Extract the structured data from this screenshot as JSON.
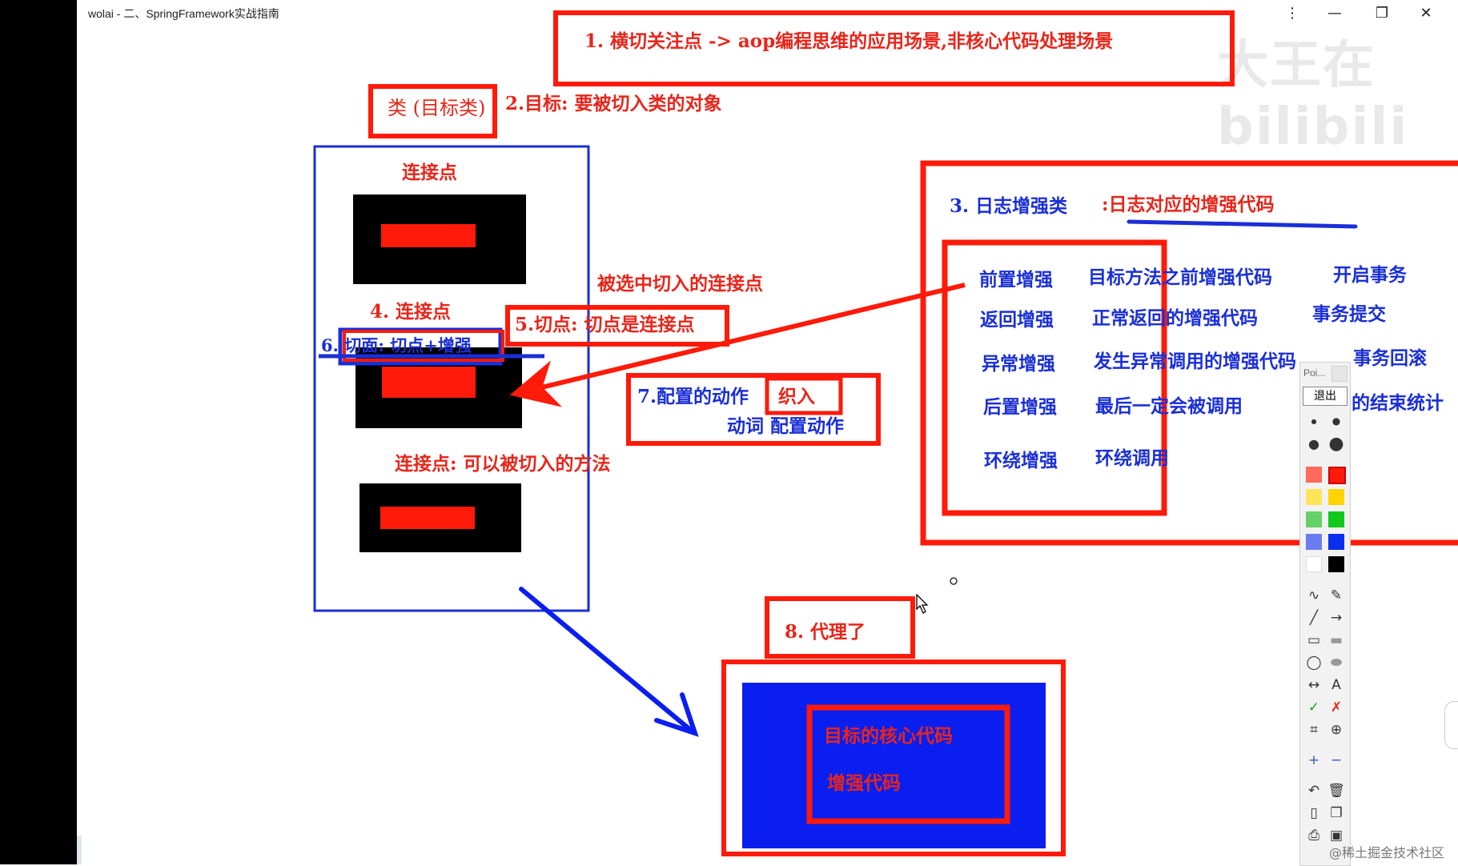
{
  "window": {
    "title": "wolai - 二、SpringFramework实战指南",
    "controls": [
      "⋮",
      "—",
      "❐",
      "✕"
    ]
  },
  "diagram": {
    "heading_1": "1. 横切关注点 -> aop编程思维的应用场景,非核心代码处理场景",
    "target_class_box": "类 (目标类)",
    "label_2": "2.目标: 要被切入类的对象",
    "join_point_top": "连接点",
    "label_selected": "被选中切入的连接点",
    "label_4": "4. 连接点",
    "label_5": "5.切点: 切点是连接点",
    "label_6": "6. 切面: 切点+增强",
    "label_7a": "7.配置的动作",
    "label_7b": "织入",
    "label_7c": "动词 配置动作",
    "join_point_desc": "连接点: 可以被切入的方法",
    "label_3a": "3.  日志增强类",
    "label_3b": ":日志对应的增强代码",
    "advice_rows": [
      {
        "name": "前置增强",
        "desc": "目标方法之前增强代码",
        "tx": "开启事务"
      },
      {
        "name": "返回增强",
        "desc": "正常返回的增强代码",
        "tx": "事务提交"
      },
      {
        "name": "异常增强",
        "desc": "发生异常调用的增强代码",
        "tx": "事务回滚"
      },
      {
        "name": "后置增强",
        "desc": "最后一定会被调用",
        "tx": "的结束统计"
      },
      {
        "name": "环绕增强",
        "desc": "环绕调用",
        "tx": ""
      }
    ],
    "label_8": "8.  代理了",
    "proxy_core": "目标的核心代码",
    "proxy_enhance": "增强代码",
    "colors": {
      "red": "#ff1a0a",
      "blue": "#1a2fd6",
      "black": "#000000",
      "fill_blue": "#0a1ef0"
    }
  },
  "toolbar": {
    "title": "Poi...",
    "exit_label": "退出",
    "palette": [
      "#ff6a5a",
      "#ff1a0a",
      "#ffe45a",
      "#ffd400",
      "#66d166",
      "#12c81b",
      "#6b7cf0",
      "#0a2ef0",
      "#ffffff",
      "#000000"
    ]
  },
  "watermark": "大王在 bilibili",
  "credit": "@稀土掘金技术社区"
}
